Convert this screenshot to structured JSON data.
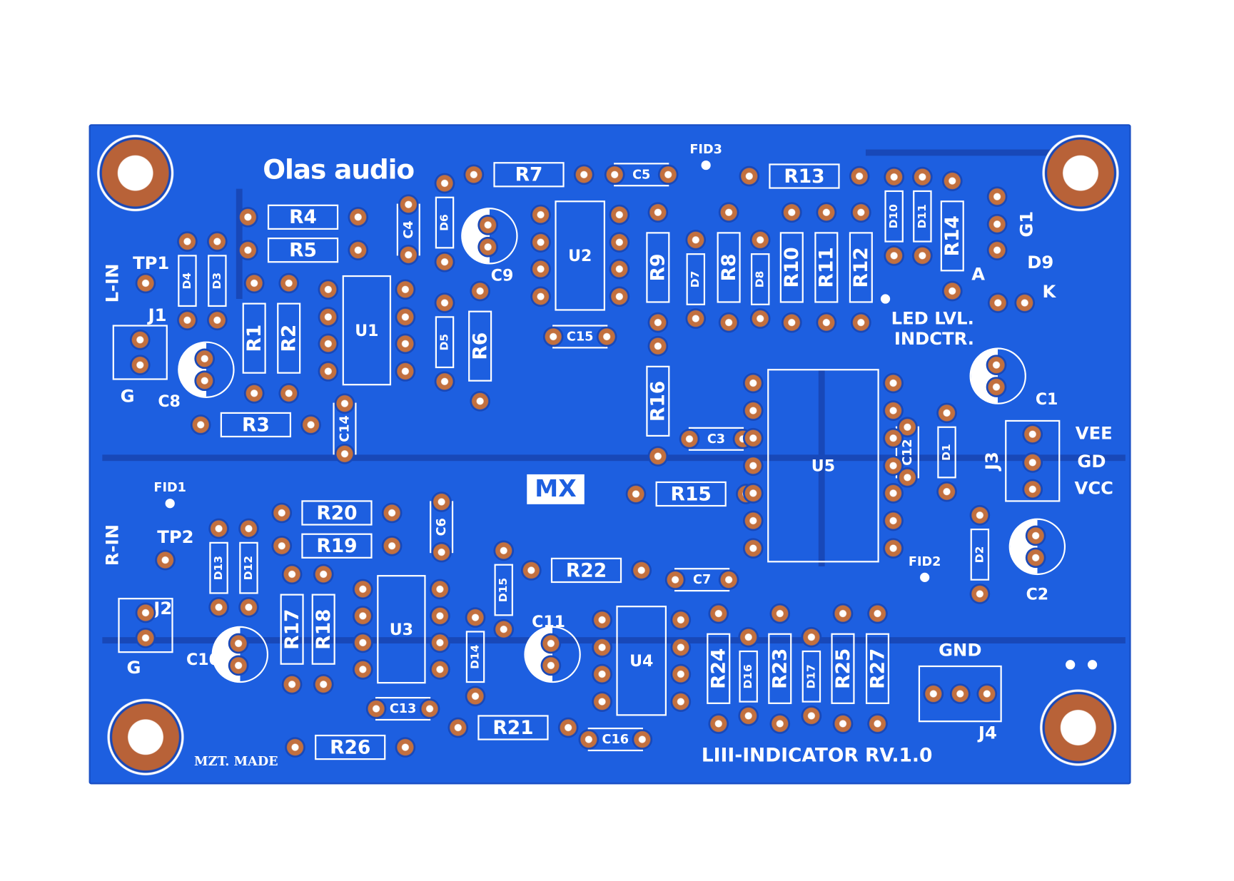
{
  "brand": {
    "logo_text": "Olas audio",
    "maker": "MZT. MADE",
    "center_logo": "MX"
  },
  "board_title": "LIII-INDICATOR  RV.1.0",
  "colors": {
    "board": "#1d5fe0",
    "trace": "#1848b8",
    "copper": "#c2703f",
    "silkscreen": "#ffffff"
  },
  "labels": {
    "resistors": [
      "R1",
      "R2",
      "R3",
      "R4",
      "R5",
      "R6",
      "R7",
      "R8",
      "R9",
      "R10",
      "R11",
      "R12",
      "R13",
      "R14",
      "R15",
      "R16",
      "R17",
      "R18",
      "R19",
      "R20",
      "R21",
      "R22",
      "R23",
      "R24",
      "R25",
      "R26",
      "R27"
    ],
    "diodes": [
      "D1",
      "D2",
      "D3",
      "D4",
      "D5",
      "D6",
      "D7",
      "D8",
      "D10",
      "D11",
      "D12",
      "D13",
      "D14",
      "D15",
      "D16",
      "D17"
    ],
    "capacitors": [
      "C3",
      "C4",
      "C5",
      "C6",
      "C7",
      "C12",
      "C13",
      "C14",
      "C15",
      "C16"
    ],
    "electrolytics": [
      "C1",
      "C2",
      "C8",
      "C9",
      "C10",
      "C11"
    ],
    "ics": [
      "U1",
      "U2",
      "U3",
      "U4",
      "U5"
    ],
    "misc": [
      "TP1",
      "TP2",
      "J1",
      "J2",
      "J3",
      "J4",
      "G",
      "G",
      "L-IN",
      "R-IN",
      "VEE",
      "GD",
      "VCC",
      "G1",
      "D9",
      "A",
      "K",
      "LED LVL.",
      "INDCTR.",
      "FID1",
      "FID2",
      "FID3",
      "GND"
    ]
  }
}
